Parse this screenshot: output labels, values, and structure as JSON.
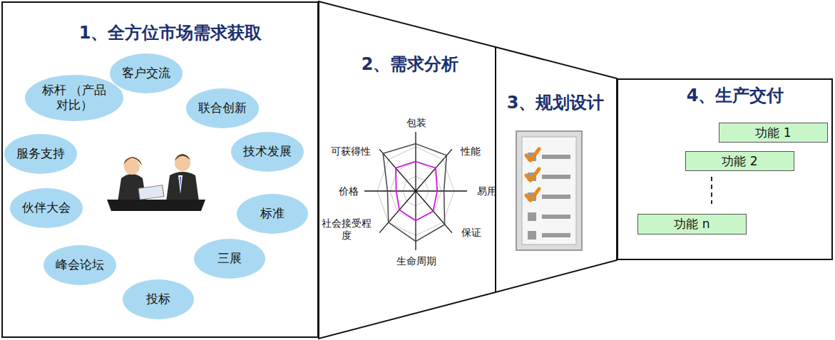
{
  "diagram": {
    "nodes": [
      {
        "text": [
          "1、全方位市场需求获取"
        ]
      },
      {
        "text": [
          "客户交流"
        ],
        "in": 0
      },
      {
        "text": [
          "联合创新"
        ],
        "in": 0
      },
      {
        "text": [
          "技术发展"
        ],
        "in": 0
      },
      {
        "text": [
          "标准"
        ],
        "in": 0
      },
      {
        "text": [
          "三展"
        ],
        "in": 0
      },
      {
        "text": [
          "投标"
        ],
        "in": 0
      },
      {
        "text": [
          "峰会论坛"
        ],
        "in": 0
      },
      {
        "text": [
          "伙伴大会"
        ],
        "in": 0
      },
      {
        "text": [
          "服务支持"
        ],
        "in": 0
      },
      {
        "text": [
          "标杆 （产品对比）"
        ],
        "in": 0
      },
      {
        "text": [
          "2、需求分析"
        ]
      },
      {
        "text": [
          "3、规划设计"
        ]
      },
      {
        "text": [
          "4、生产交付"
        ]
      },
      {
        "text": [
          "功能 1"
        ],
        "in": 13
      },
      {
        "text": [
          "功能 2"
        ],
        "in": 13
      },
      {
        "text": [
          "功能 n"
        ],
        "in": 13
      }
    ],
    "labels": [
      "包装",
      "性能",
      "易用",
      "保证",
      "生命周期",
      "社会接受程度",
      "价格",
      "可获得性"
    ]
  }
}
